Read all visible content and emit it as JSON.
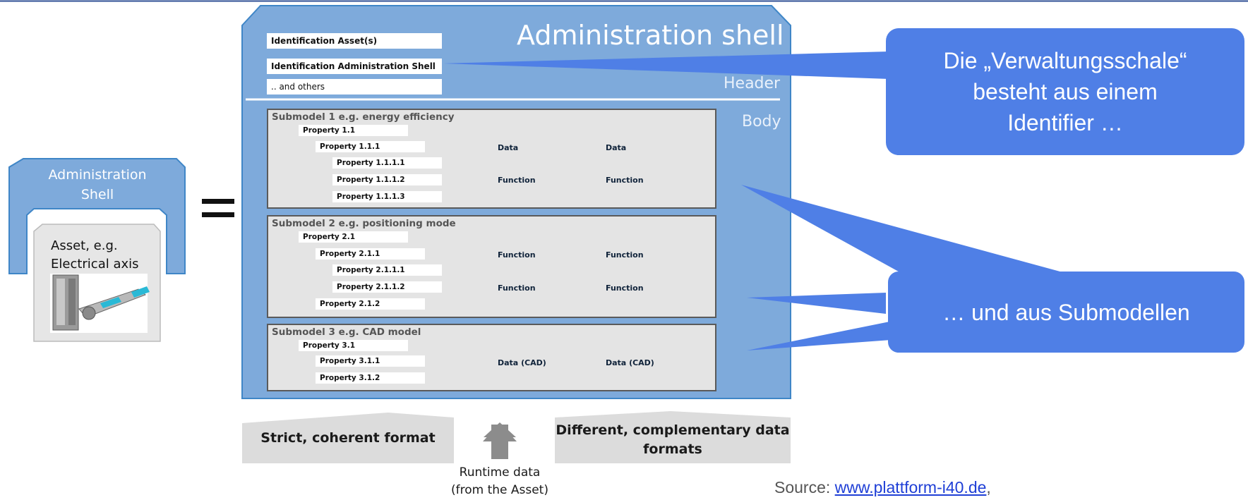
{
  "header": {
    "identification_asset": "Identification Asset(s)",
    "identification_shell": "Identification Administration Shell",
    "and_others": ".. and others",
    "title": "Administration shell",
    "header_label": "Header",
    "body_label": "Body"
  },
  "submodels": [
    {
      "title": "Submodel 1 e.g. energy efficiency",
      "properties": [
        "Property 1.1",
        "Property 1.1.1",
        "Property 1.1.1.1",
        "Property 1.1.1.2",
        "Property 1.1.1.3"
      ],
      "blocks": [
        "Data",
        "Data",
        "Function",
        "Function"
      ]
    },
    {
      "title": "Submodel 2 e.g. positioning mode",
      "properties": [
        "Property 2.1",
        "Property 2.1.1",
        "Property 2.1.1.1",
        "Property 2.1.1.2",
        "Property 2.1.2"
      ],
      "blocks": [
        "Function",
        "Function",
        "Function",
        "Function"
      ]
    },
    {
      "title": "Submodel 3 e.g. CAD model",
      "properties": [
        "Property 3.1",
        "Property 3.1.1",
        "Property 3.1.2"
      ],
      "blocks": [
        "Data (CAD)",
        "Data (CAD)"
      ]
    }
  ],
  "small_shell": {
    "title_line1": "Administration",
    "title_line2": "Shell",
    "asset_line1": "Asset, e.g.",
    "asset_line2": "Electrical axis"
  },
  "callouts": {
    "identifier_line1": "Die „Verwaltungsschale“",
    "identifier_line2": "besteht aus einem",
    "identifier_line3": "Identifier …",
    "submodels": "… und aus Submodellen"
  },
  "bottom": {
    "strict_format": "Strict, coherent format",
    "different_line1": "Different, complementary data",
    "different_line2": "formats",
    "runtime_line1": "Runtime data",
    "runtime_line2": "(from the Asset)"
  },
  "source": {
    "prefix": "Source: ",
    "link": "www.plattform-i40.de",
    "suffix": ","
  },
  "colors": {
    "shell_blue": "#7eaadb",
    "shell_border": "#3f86c7",
    "block_blue": "#6f9fd4",
    "callout_blue": "#4f7fe6",
    "submodel_grey": "#e4e4e4",
    "format_grey": "#dcdcdc"
  }
}
